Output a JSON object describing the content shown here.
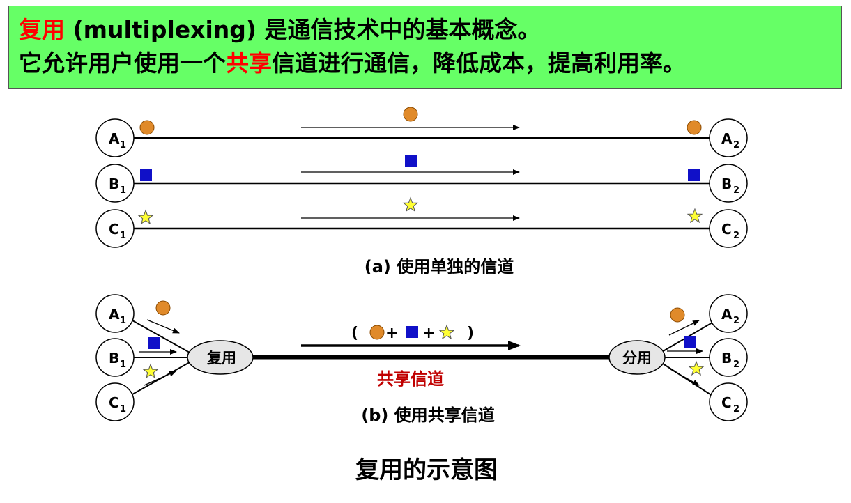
{
  "header": {
    "line1_highlight": "复用",
    "line1_rest": " (multiplexing) 是通信技术中的基本概念。",
    "line2_part1": "它允许用户使用一个",
    "line2_highlight": "共享",
    "line2_part2": "信道进行通信，降低成本，提高利用率。"
  },
  "colors": {
    "banner_bg": "#66ff66",
    "highlight": "#ff0000",
    "circle_fill": "#e08a2a",
    "square_fill": "#1010c8",
    "star_fill": "#ffff33",
    "mux_fill": "#e6e6e6",
    "shared_label": "#c00000"
  },
  "diagram_a": {
    "caption": "(a) 使用单独的信道",
    "nodes": [
      {
        "letter": "A",
        "sub": "1"
      },
      {
        "letter": "B",
        "sub": "1"
      },
      {
        "letter": "C",
        "sub": "1"
      },
      {
        "letter": "A",
        "sub": "2"
      },
      {
        "letter": "B",
        "sub": "2"
      },
      {
        "letter": "C",
        "sub": "2"
      }
    ],
    "symbols": [
      "circle-icon",
      "square-icon",
      "star-icon"
    ]
  },
  "diagram_b": {
    "caption": "(b) 使用共享信道",
    "mux_label": "复用",
    "demux_label": "分用",
    "shared_label": "共享信道",
    "composite": {
      "open": "(",
      "plus1": "+",
      "plus2": "+",
      "close": ")"
    },
    "nodes": [
      {
        "letter": "A",
        "sub": "1"
      },
      {
        "letter": "B",
        "sub": "1"
      },
      {
        "letter": "C",
        "sub": "1"
      },
      {
        "letter": "A",
        "sub": "2"
      },
      {
        "letter": "B",
        "sub": "2"
      },
      {
        "letter": "C",
        "sub": "2"
      }
    ]
  },
  "figure_title": "复用的示意图"
}
